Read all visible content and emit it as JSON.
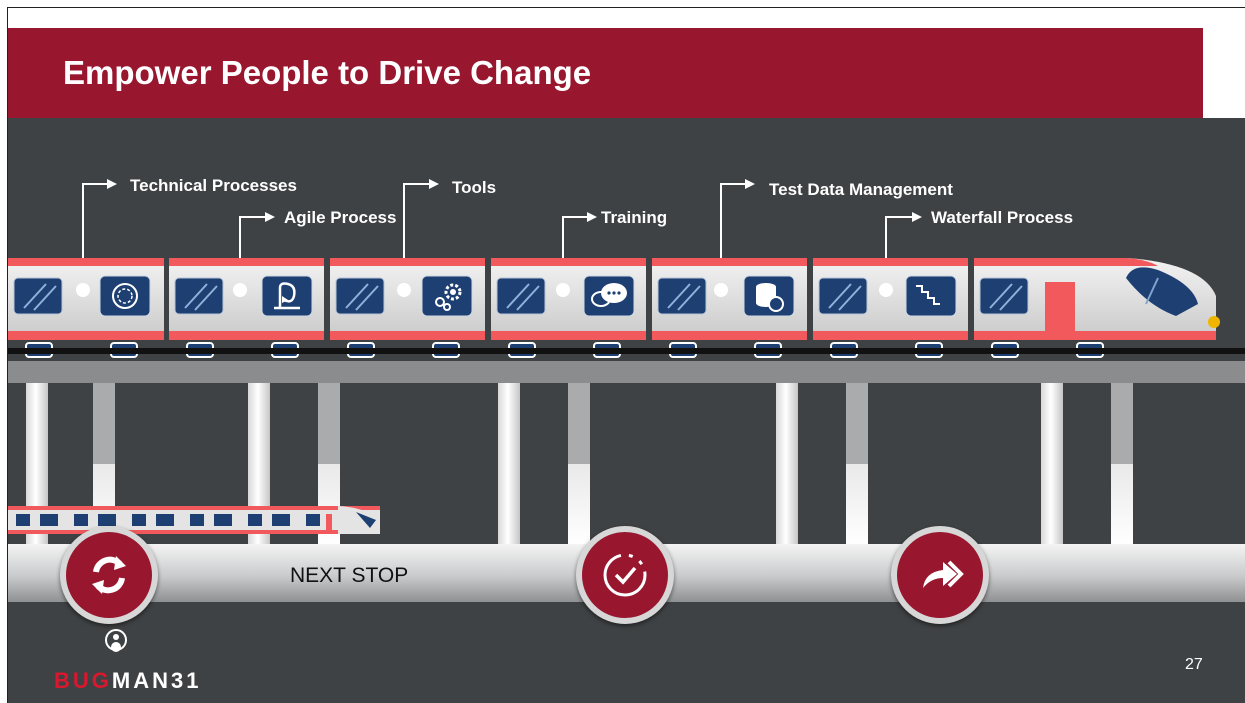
{
  "slide": {
    "title": "Empower People to Drive Change",
    "page_number": "27"
  },
  "train": {
    "labels": [
      {
        "text": "Technical Processes",
        "icon": "cycle-process-icon"
      },
      {
        "text": "Agile Process",
        "icon": "agile-loop-icon"
      },
      {
        "text": "Tools",
        "icon": "gears-icon"
      },
      {
        "text": "Training",
        "icon": "chat-bubbles-icon"
      },
      {
        "text": "Test Data Management",
        "icon": "database-refresh-icon"
      },
      {
        "text": "Waterfall Process",
        "icon": "waterfall-steps-icon"
      }
    ]
  },
  "track": {
    "next_stop": "NEXT STOP",
    "stops": [
      {
        "icon": "sync-arrows-icon"
      },
      {
        "icon": "check-progress-icon"
      },
      {
        "icon": "forward-arrow-icon"
      }
    ]
  },
  "logo": {
    "part1": "BUG",
    "part2": "MAN31"
  },
  "colors": {
    "brand": "#98172f",
    "background": "#3f4244",
    "train_stripe": "#f1595c",
    "window": "#1d3f72"
  }
}
